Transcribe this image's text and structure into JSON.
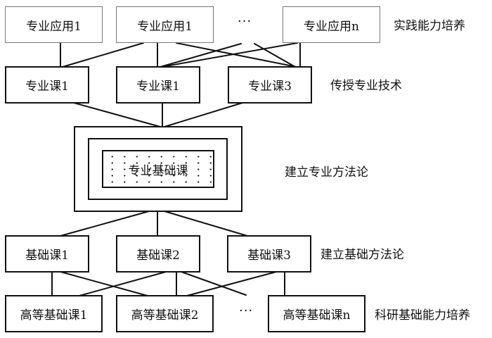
{
  "diagram": {
    "type": "layered-course-hierarchy",
    "layers": [
      {
        "id": "applications",
        "nodes": [
          "专业应用1",
          "专业应用1",
          "专业应用n"
        ],
        "ellipsis": "···",
        "caption": "实践能力培养"
      },
      {
        "id": "professional_courses",
        "nodes": [
          "专业课1",
          "专业课1",
          "专业课3"
        ],
        "caption": "传授专业技术"
      },
      {
        "id": "core",
        "node": "专业基础课",
        "caption": "建立专业方法论"
      },
      {
        "id": "basic_courses",
        "nodes": [
          "基础课1",
          "基础课2",
          "基础课3"
        ],
        "caption": "建立基础方法论"
      },
      {
        "id": "advanced_basics",
        "nodes": [
          "高等基础课1",
          "高等基础课2",
          "高等基础课n"
        ],
        "ellipsis": "···",
        "caption": "科研基础能力培养"
      }
    ],
    "edges": [
      [
        "applications.0",
        "professional_courses.0"
      ],
      [
        "applications.1",
        "professional_courses.0"
      ],
      [
        "applications.1",
        "professional_courses.1"
      ],
      [
        "applications.1",
        "professional_courses.2"
      ],
      [
        "applications.ellipsis",
        "professional_courses.1"
      ],
      [
        "applications.ellipsis",
        "professional_courses.2"
      ],
      [
        "applications.2",
        "professional_courses.1"
      ],
      [
        "applications.2",
        "professional_courses.2"
      ],
      [
        "professional_courses.0",
        "core"
      ],
      [
        "professional_courses.1",
        "core"
      ],
      [
        "professional_courses.2",
        "core"
      ],
      [
        "core",
        "basic_courses.0"
      ],
      [
        "core",
        "basic_courses.1"
      ],
      [
        "core",
        "basic_courses.2"
      ],
      [
        "basic_courses.0",
        "advanced_basics.0"
      ],
      [
        "basic_courses.0",
        "advanced_basics.1"
      ],
      [
        "basic_courses.1",
        "advanced_basics.0"
      ],
      [
        "basic_courses.1",
        "advanced_basics.1"
      ],
      [
        "basic_courses.1",
        "advanced_basics.ellipsis"
      ],
      [
        "basic_courses.2",
        "advanced_basics.1"
      ],
      [
        "basic_courses.2",
        "advanced_basics.2"
      ]
    ]
  }
}
